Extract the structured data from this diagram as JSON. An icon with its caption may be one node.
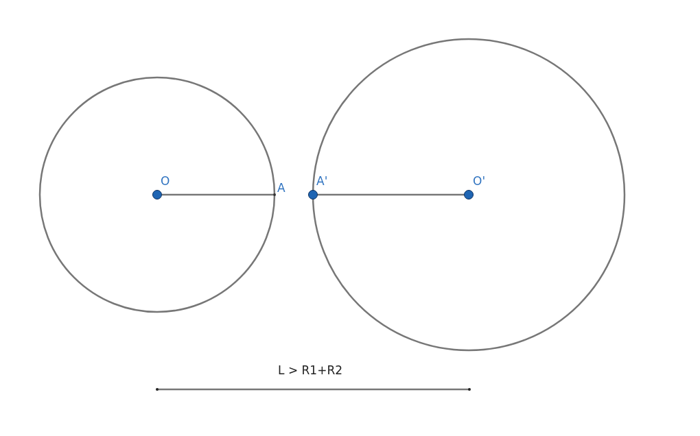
{
  "diagram": {
    "nodes": [
      {
        "text": [
          "O"
        ]
      },
      {
        "text": [
          "A"
        ]
      },
      {
        "text": [
          "A'"
        ]
      },
      {
        "text": [
          "O'"
        ]
      }
    ],
    "edges": [
      {
        "from": 0,
        "to": 1,
        "arrow": "none"
      },
      {
        "from": 2,
        "to": 3,
        "arrow": "none"
      }
    ],
    "labels": [
      "L > R1+R2"
    ]
  }
}
